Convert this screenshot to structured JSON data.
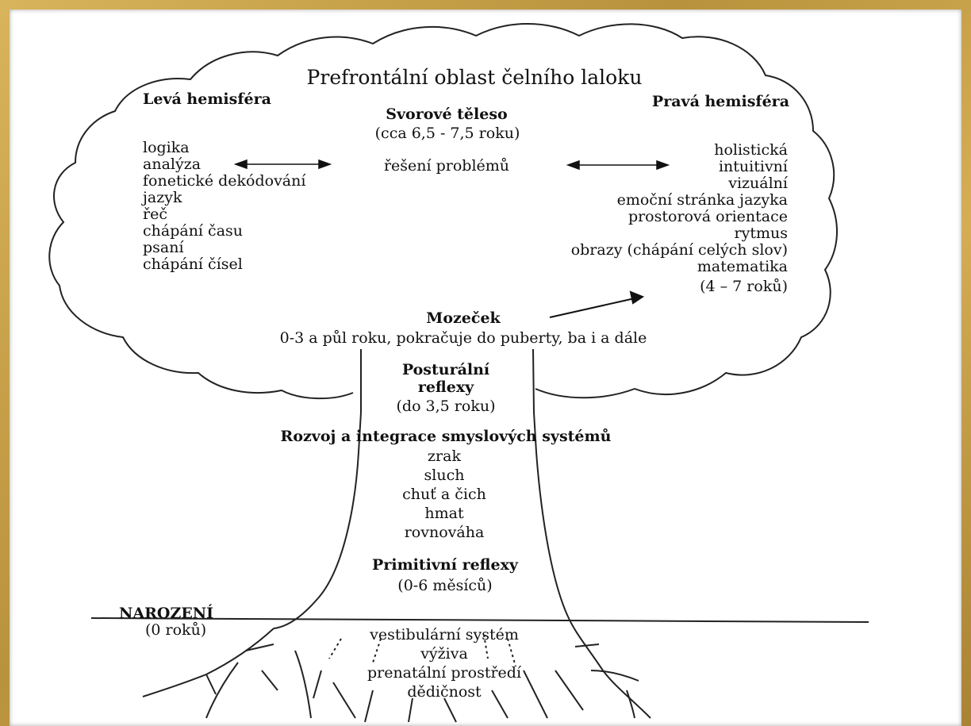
{
  "title": "Prefrontální oblast čelního laloku",
  "left": {
    "heading": "Levá hemisféra",
    "items": [
      "logika",
      "analýza",
      "fonetické dekódování",
      "jazyk",
      "řeč",
      "chápání času",
      "psaní",
      "chápání čísel"
    ]
  },
  "right": {
    "heading": "Pravá hemisféra",
    "items": [
      "holistická",
      "intuitivní",
      "vizuální",
      "emoční stránka jazyka",
      "prostorová orientace",
      "rytmus",
      "obrazy (chápání celých slov)",
      "matematika"
    ],
    "age": "(4 – 7 roků)"
  },
  "corpus": {
    "heading": "Svorové těleso",
    "age": "(cca 6,5 - 7,5 roku)",
    "center": "řešení problémů"
  },
  "cerebellum": {
    "heading": "Mozeček",
    "age": "0-3 a půl roku, pokračuje do puberty, ba i a dále"
  },
  "postural": {
    "line1": "Posturální",
    "line2": "reflexy",
    "age": "(do 3,5 roku)"
  },
  "senses": {
    "heading": "Rozvoj a integrace smyslových systémů",
    "items": [
      "zrak",
      "sluch",
      "chuť a čich",
      "hmat",
      "rovnováha"
    ]
  },
  "primitive": {
    "heading": "Primitivní reflexy",
    "age": "(0-6 měsíců)"
  },
  "birth": {
    "label": "NAROZENÍ",
    "age": "(0 roků)"
  },
  "roots": {
    "items": [
      "vestibulární systém",
      "výživa",
      "prenatální prostředí",
      "dědičnost"
    ]
  }
}
